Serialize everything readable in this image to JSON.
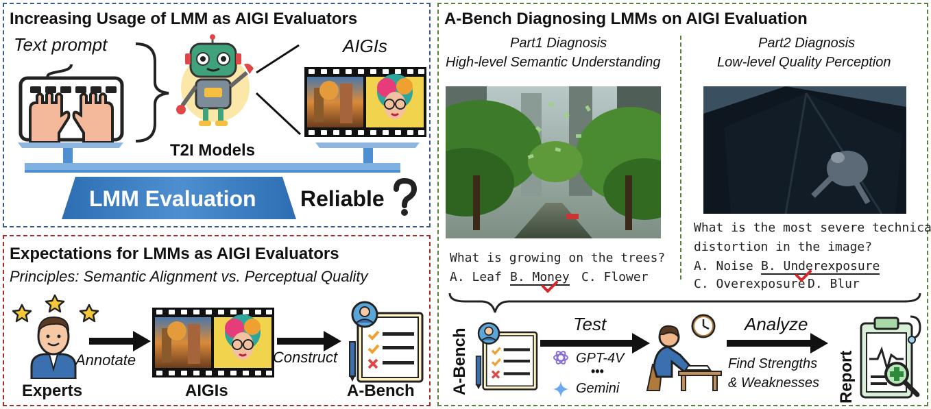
{
  "panel_top_left": {
    "title": "Increasing Usage of LMM as AIGI Evaluators",
    "text_prompt": "Text prompt",
    "aigis": "AIGIs",
    "t2i_models": "T2I Models",
    "lmm_evaluation": "LMM Evaluation",
    "reliable": "Reliable"
  },
  "panel_bottom_left": {
    "title": "Expectations for LMMs as AIGI Evaluators",
    "principles": "Principles: Semantic Alignment  vs.  Perceptual Quality",
    "annotate": "Annotate",
    "construct": "Construct",
    "experts": "Experts",
    "aigis": "AIGIs",
    "abench": "A-Bench"
  },
  "panel_right": {
    "title": "A-Bench Diagnosing LMMs on AIGI Evaluation",
    "part1": {
      "heading": "Part1 Diagnosis",
      "subheading": "High-level Semantic Understanding",
      "question": "What is growing on the trees?",
      "opt_a": "A. Leaf",
      "opt_b": "B. Money",
      "opt_c": "C. Flower"
    },
    "part2": {
      "heading": "Part2 Diagnosis",
      "subheading": "Low-level Quality Perception",
      "question_line1": "What is the most severe technical",
      "question_line2": "distortion in the image?",
      "opt_a": "A. Noise",
      "opt_b": "B. Underexposure",
      "opt_c": "C. Overexposure",
      "opt_d": "D. Blur"
    },
    "flow": {
      "abench": "A-Bench",
      "test": "Test",
      "gpt4v": "GPT-4V",
      "ellipsis": "•••",
      "gemini": "Gemini",
      "analyze": "Analyze",
      "find_line1": "Find Strengths",
      "find_line2": "& Weaknesses",
      "report": "Report"
    }
  },
  "colors": {
    "blue_border": "#3a5a8c",
    "red_border": "#a52a2a",
    "green_border": "#5a7f3a",
    "platform_blue": "#4d8fd0",
    "check_red": "#d62828"
  }
}
